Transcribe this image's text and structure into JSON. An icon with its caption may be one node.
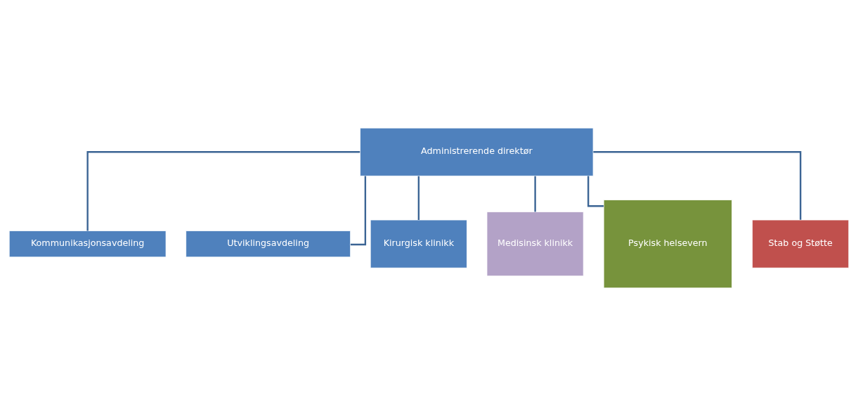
{
  "diagram": {
    "nodes": [
      {
        "text": [
          "Administrerende direktør"
        ]
      },
      {
        "text": [
          "Kommunikasjonsavdeling"
        ]
      },
      {
        "text": [
          "Utviklingsavdeling"
        ]
      },
      {
        "text": [
          "Kirurgisk klinikk"
        ]
      },
      {
        "text": [
          "Medisinsk klinikk"
        ]
      },
      {
        "text": [
          "Psykisk helsevern"
        ]
      },
      {
        "text": [
          "Stab og Støtte"
        ]
      }
    ],
    "edges": [
      {
        "from": 0,
        "to": 1,
        "arrow": "none"
      },
      {
        "from": 0,
        "to": 2,
        "arrow": "none"
      },
      {
        "from": 0,
        "to": 3,
        "arrow": "none"
      },
      {
        "from": 0,
        "to": 4,
        "arrow": "none"
      },
      {
        "from": 0,
        "to": 5,
        "arrow": "none"
      },
      {
        "from": 0,
        "to": 6,
        "arrow": "none"
      }
    ]
  }
}
